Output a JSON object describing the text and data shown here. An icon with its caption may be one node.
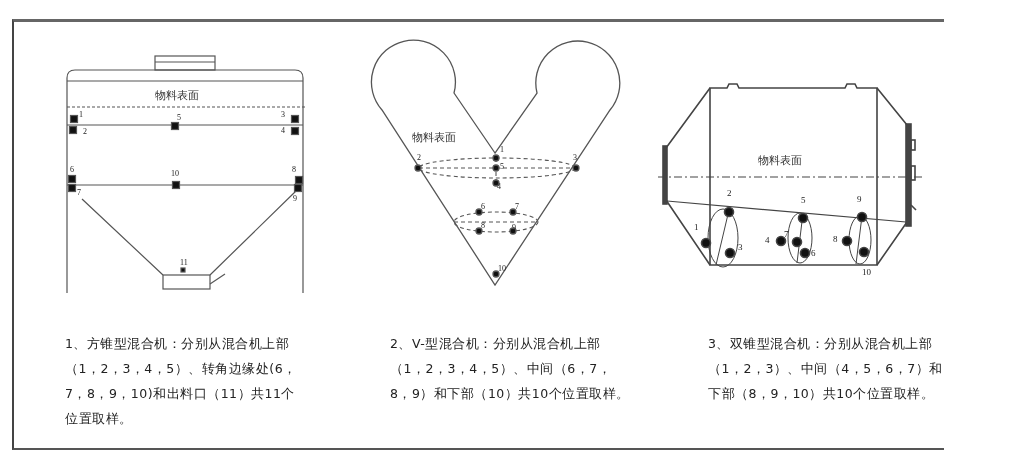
{
  "diagram": {
    "labels": [
      "物料表面",
      "1",
      "3",
      "5",
      "2",
      "4",
      "6",
      "10",
      "8",
      "7",
      "9",
      "11",
      "物料表面",
      "1",
      "2",
      "3",
      "5",
      "4",
      "6",
      "7",
      "8",
      "9",
      "10",
      "物料表面",
      "2",
      "5",
      "9",
      "1",
      "4",
      "7",
      "3",
      "8",
      "6",
      "10",
      "1、方锥型混合机：分别从混合机上部（1，2，3，4，5）、转角边缘处(6，7，8，9，10)和出料口（11）共11个位置取样。",
      "2、V-型混合机：分别从混合机上部（1，2，3，4，5）、中间（6，7，8，9）和下部（10）共10个位置取样。",
      "3、双锥型混合机：分别从混合机上部（1，2，3）、中间（4，5，6，7）和下部（8，9，10）共10个位置取样。"
    ]
  }
}
